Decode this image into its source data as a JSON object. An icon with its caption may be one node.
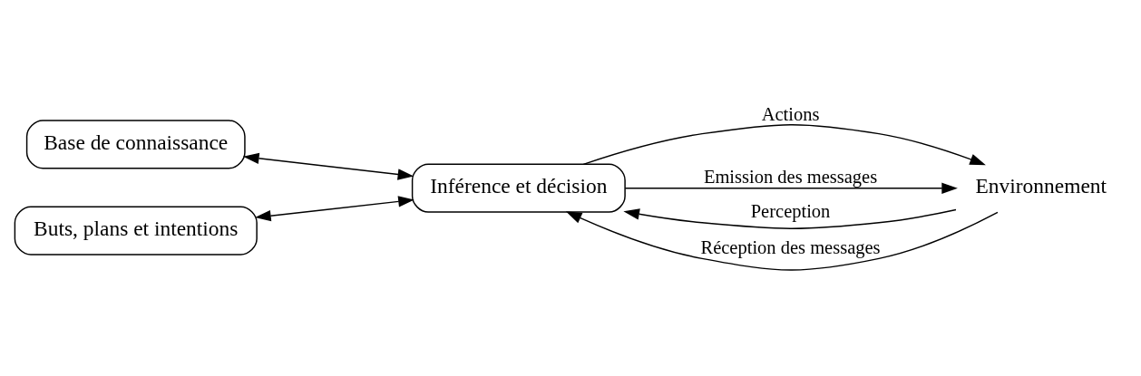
{
  "diagram": {
    "nodes": [
      {
        "text": [
          "Base de connaissance"
        ]
      },
      {
        "text": [
          "Inférence et décision"
        ]
      },
      {
        "text": [
          "Buts, plans et intentions"
        ]
      },
      {
        "text": [
          "Environnement"
        ]
      }
    ],
    "edges": [
      {
        "from": 0,
        "to": 1,
        "arrow": "both"
      },
      {
        "from": 2,
        "to": 1,
        "arrow": "both"
      },
      {
        "from": 3,
        "to": 1,
        "arrow": "to",
        "label": "Perception"
      },
      {
        "from": 3,
        "to": 1,
        "arrow": "to",
        "label": "Réception des messages"
      },
      {
        "from": 1,
        "to": 3,
        "arrow": "to",
        "label": "Actions"
      },
      {
        "from": 1,
        "to": 3,
        "arrow": "to",
        "label": "Emission des messages"
      }
    ]
  }
}
